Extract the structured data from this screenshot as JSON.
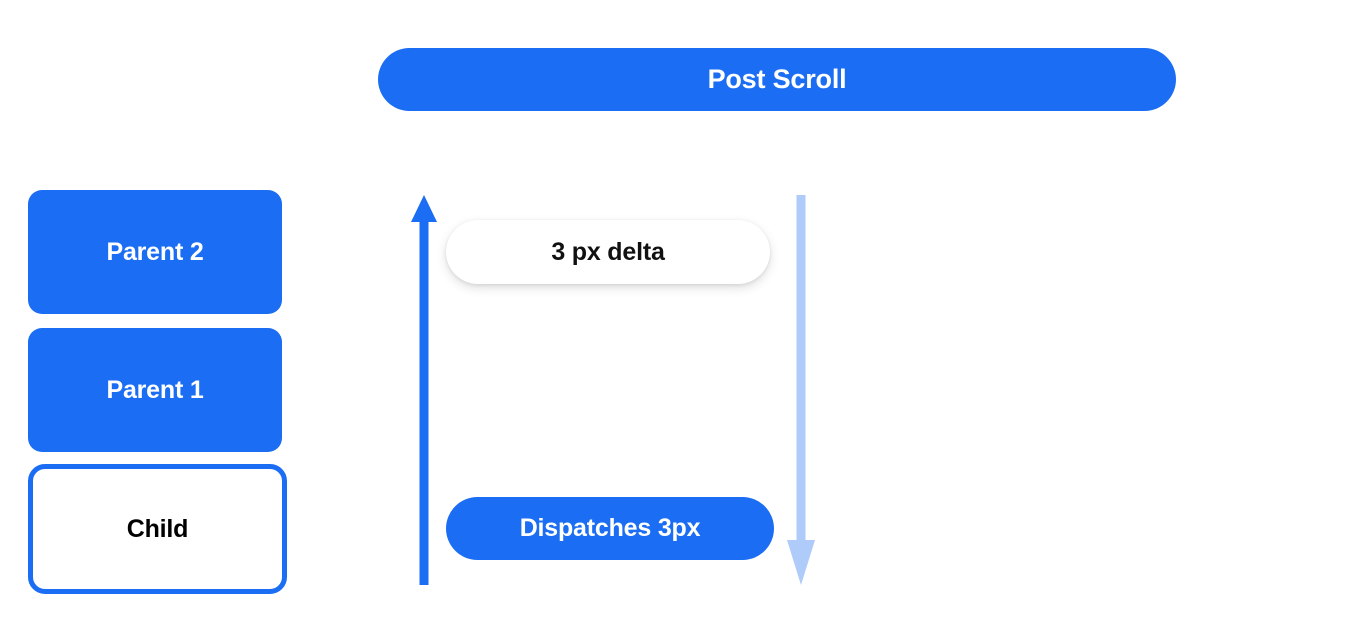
{
  "page": {
    "background": "#ffffff",
    "accent_blue": "#1b6ef3",
    "light_blue": "#aecbfa",
    "text_dark": "#111111",
    "text_light": "#ffffff"
  },
  "header": {
    "title": "Post Scroll"
  },
  "stack": {
    "boxes": [
      {
        "label": "Parent 2",
        "style": "filled"
      },
      {
        "label": "Parent 1",
        "style": "filled"
      },
      {
        "label": "Child",
        "style": "outlined"
      }
    ]
  },
  "flow": {
    "up_arrow": {
      "name": "bubble-up-arrow",
      "direction": "up",
      "color": "#1b6ef3"
    },
    "down_arrow": {
      "name": "scroll-down-arrow",
      "direction": "down",
      "color": "#aecbfa"
    },
    "pills": [
      {
        "label": "3 px delta",
        "style": "white"
      },
      {
        "label": "Dispatches 3px",
        "style": "blue"
      }
    ]
  }
}
